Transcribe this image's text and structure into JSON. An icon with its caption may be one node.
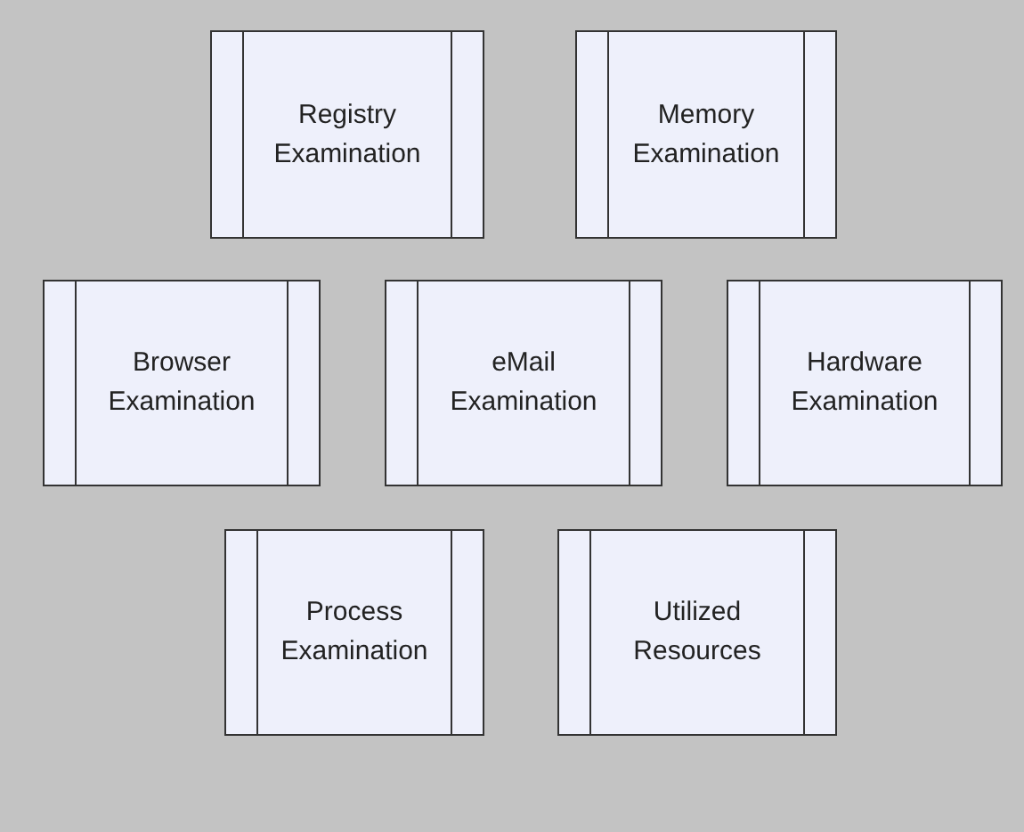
{
  "diagram": {
    "nodes": [
      {
        "text": [
          "Registry Examination"
        ]
      },
      {
        "text": [
          "Memory Examination"
        ]
      },
      {
        "text": [
          "Browser Examination"
        ]
      },
      {
        "text": [
          "eMail Examination"
        ]
      },
      {
        "text": [
          "Hardware Examination"
        ]
      },
      {
        "text": [
          "Process Examination"
        ]
      },
      {
        "text": [
          "Utilized Resources"
        ]
      }
    ]
  }
}
